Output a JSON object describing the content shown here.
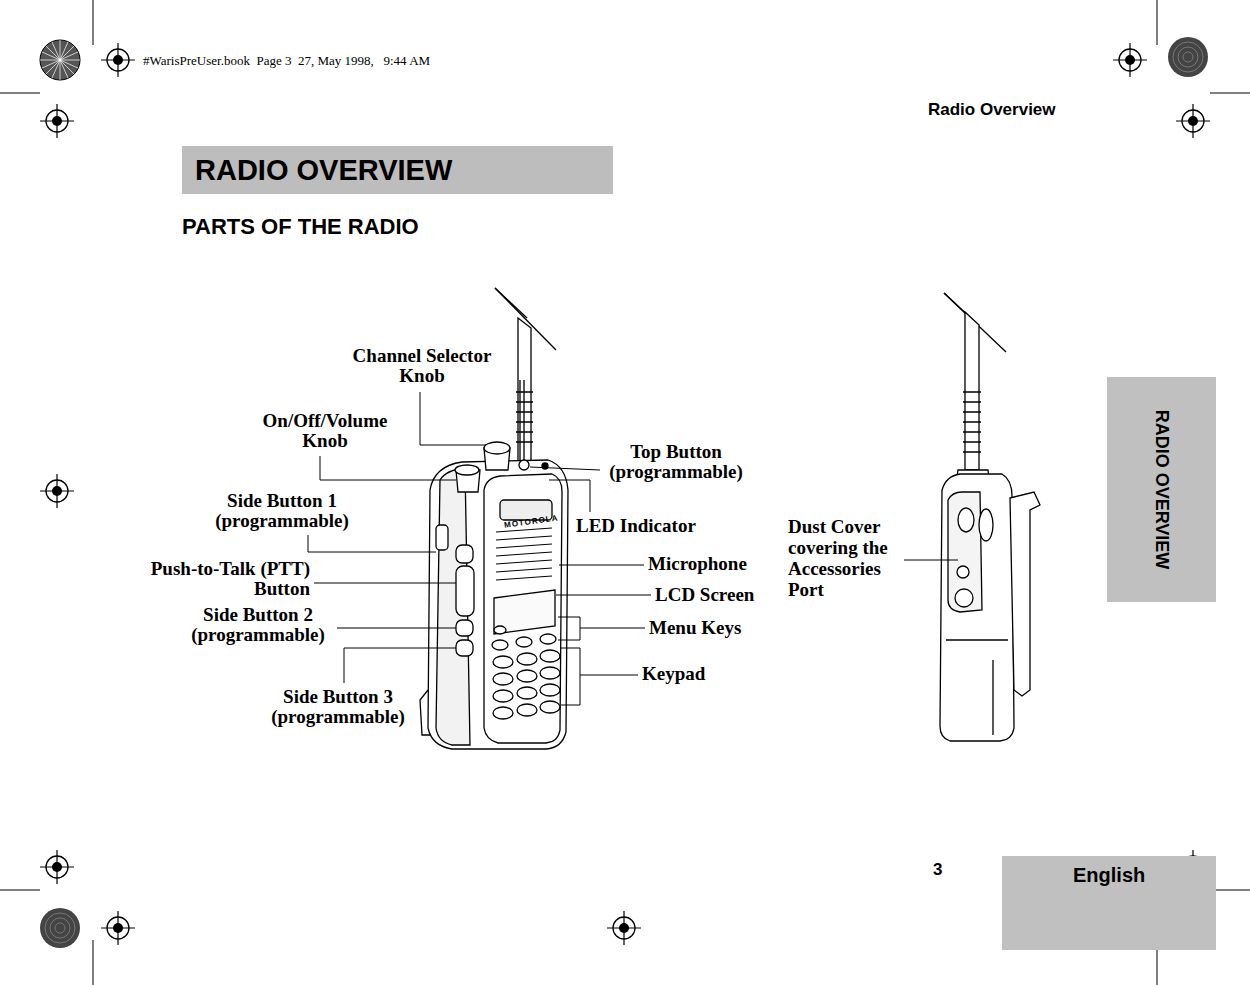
{
  "diagram": {
    "title": "RADIO OVERVIEW",
    "nodes": [
      {
        "text": [
          "RADIO OVERVIEW"
        ]
      },
      {
        "text": [
          "English"
        ]
      }
    ],
    "labels": [
      "#WarisPreUser.book  Page 3  27, May 1998,   9:44 AM",
      "Radio Overview",
      "PARTS OF THE RADIO",
      "Channel Selector Knob",
      "On/Off/Volume Knob",
      "Top Button (programmable)",
      "Side Button 1 (programmable)",
      "LED Indicator",
      "Push-to-Talk (PTT) Button",
      "Microphone",
      "LCD Screen",
      "Side Button 2 (programmable)",
      "Menu Keys",
      "Keypad",
      "Side Button 3 (programmable)",
      "Dust Cover covering the Accessories Port",
      "MOTOROLA",
      "3"
    ]
  }
}
